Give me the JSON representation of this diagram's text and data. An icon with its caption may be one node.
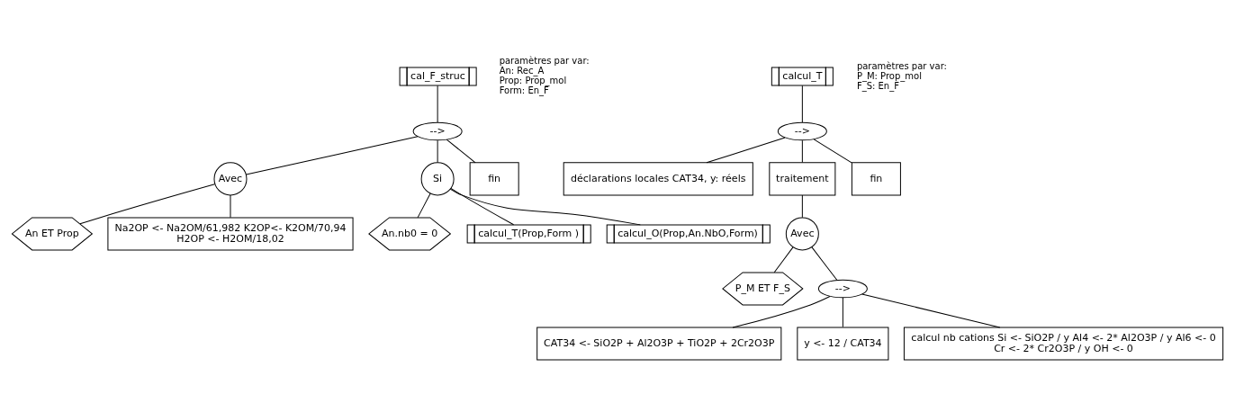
{
  "diagram": {
    "nodes": [
      {
        "text": [
          "cal_F_struc"
        ],
        "beside": [
          "paramètres par var:",
          "An: Rec_A",
          "Prop: Prop_mol",
          "Form: En_F"
        ]
      },
      {
        "text": [
          "-->"
        ]
      },
      {
        "text": [
          "Avec"
        ]
      },
      {
        "text": [
          "Si"
        ]
      },
      {
        "text": [
          "fin"
        ]
      },
      {
        "text": [
          "An ET Prop"
        ]
      },
      {
        "text": [
          "Na2OP <- Na2OM/61,982 K2OP<- K2OM/70,94",
          "H2OP <- H2OM/18,02"
        ]
      },
      {
        "text": [
          "An.nb0 = 0"
        ]
      },
      {
        "text": [
          "calcul_T(Prop,Form )"
        ]
      },
      {
        "text": [
          "calcul_O(Prop,An.NbO,Form)"
        ]
      },
      {
        "text": [
          "calcul_T"
        ],
        "beside": [
          "paramètres par var:",
          "P_M: Prop_mol",
          "F_S: En_F"
        ]
      },
      {
        "text": [
          "-->"
        ]
      },
      {
        "text": [
          "déclarations locales CAT34, y: réels"
        ]
      },
      {
        "text": [
          "traitement"
        ]
      },
      {
        "text": [
          "fin"
        ]
      },
      {
        "text": [
          "Avec"
        ]
      },
      {
        "text": [
          "P_M ET F_S"
        ]
      },
      {
        "text": [
          "-->"
        ]
      },
      {
        "text": [
          "CAT34 <- SiO2P + Al2O3P + TiO2P + 2Cr2O3P"
        ]
      },
      {
        "text": [
          "y <- 12 / CAT34"
        ]
      },
      {
        "text": [
          "calcul nb cations Si <- SiO2P / y Al4 <- 2* Al2O3P / y Al6 <- 0",
          "Cr <- 2* Cr2O3P / y OH <- 0"
        ]
      }
    ],
    "edges": [
      {
        "from": 0,
        "to": 1,
        "arrow": "none"
      },
      {
        "from": 1,
        "to": 2,
        "arrow": "none"
      },
      {
        "from": 1,
        "to": 3,
        "arrow": "none"
      },
      {
        "from": 1,
        "to": 4,
        "arrow": "none"
      },
      {
        "from": 2,
        "to": 5,
        "arrow": "none"
      },
      {
        "from": 2,
        "to": 6,
        "arrow": "none"
      },
      {
        "from": 3,
        "to": 7,
        "arrow": "none"
      },
      {
        "from": 3,
        "to": 8,
        "arrow": "none"
      },
      {
        "from": 3,
        "to": 9,
        "arrow": "none"
      },
      {
        "from": 10,
        "to": 11,
        "arrow": "none"
      },
      {
        "from": 11,
        "to": 12,
        "arrow": "none"
      },
      {
        "from": 11,
        "to": 13,
        "arrow": "none"
      },
      {
        "from": 11,
        "to": 14,
        "arrow": "none"
      },
      {
        "from": 13,
        "to": 15,
        "arrow": "none"
      },
      {
        "from": 15,
        "to": 16,
        "arrow": "none"
      },
      {
        "from": 15,
        "to": 17,
        "arrow": "none"
      },
      {
        "from": 17,
        "to": 18,
        "arrow": "none"
      },
      {
        "from": 17,
        "to": 19,
        "arrow": "none"
      },
      {
        "from": 17,
        "to": 20,
        "arrow": "none"
      }
    ]
  }
}
